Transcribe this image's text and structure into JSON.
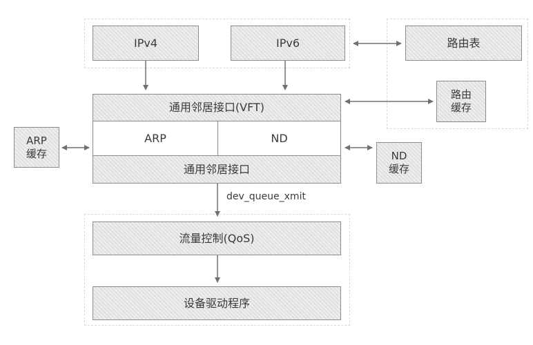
{
  "nodes": {
    "ipv4": "IPv4",
    "ipv6": "IPv6",
    "route_table": "路由表",
    "route_cache": "路由\n缓存",
    "vft": "通用邻居接口(VFT)",
    "arp": "ARP",
    "nd": "ND",
    "neigh_iface": "通用邻居接口",
    "arp_cache": "ARP\n缓存",
    "nd_cache": "ND\n缓存",
    "qos": "流量控制(QoS)",
    "driver": "设备驱动程序"
  },
  "edges": {
    "xmit_label": "dev_queue_xmit"
  }
}
